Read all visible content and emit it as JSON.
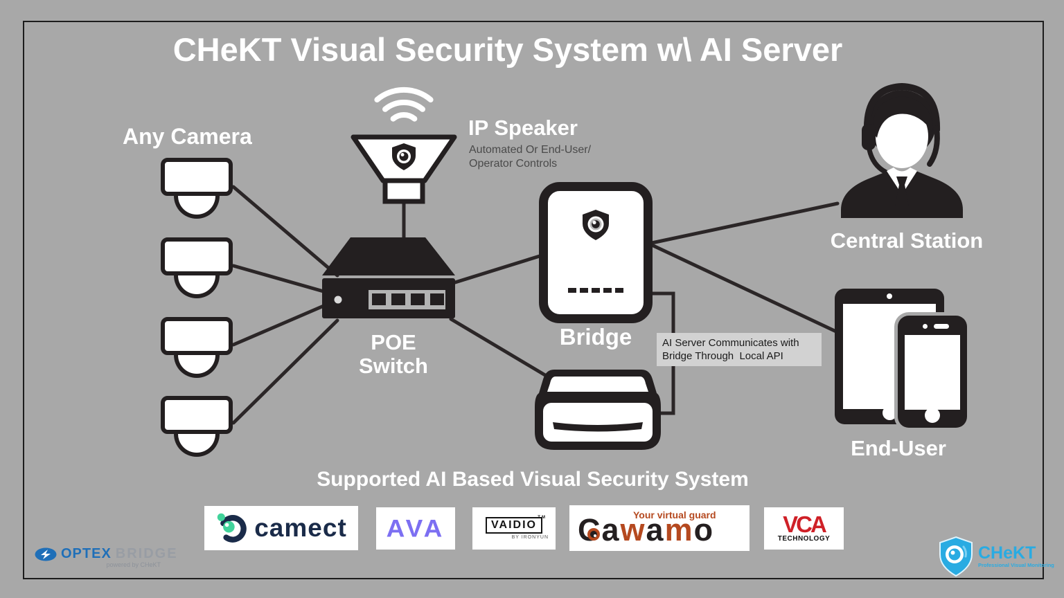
{
  "title": "CHeKT Visual Security System w\\ AI Server",
  "nodes": {
    "any_camera": {
      "label": "Any Camera"
    },
    "ip_speaker": {
      "label": "IP Speaker",
      "subline1": "Automated Or End-User/",
      "subline2": "Operator Controls"
    },
    "poe_switch": {
      "line1": "POE",
      "line2": "Switch"
    },
    "bridge": {
      "label": "Bridge"
    },
    "ai_server_note": {
      "line1": "AI Server Communicates with",
      "line2": "Bridge Through  Local API"
    },
    "central_station": {
      "label": "Central Station"
    },
    "end_user": {
      "label": "End-User"
    }
  },
  "supported": {
    "heading": "Supported AI Based Visual Security System",
    "camect": {
      "name": "camect"
    },
    "ava": {
      "name": "AVA"
    },
    "vaidio": {
      "name": "VAIDIO",
      "tm": "TM",
      "by": "BY IRONYUN"
    },
    "cawamo": {
      "tagline": "Your virtual guard",
      "letters": [
        {
          "ch": "C",
          "style": "color:#241f20"
        },
        {
          "ch": "a",
          "style": "color:#241f20"
        },
        {
          "ch": "w",
          "style": "color:#b5491f"
        },
        {
          "ch": "a",
          "style": "color:#241f20"
        },
        {
          "ch": "m",
          "style": "color:#b5491f"
        },
        {
          "ch": "o",
          "style": "color:#241f20"
        }
      ]
    },
    "vca": {
      "name": "VCA",
      "sub": "TECHNOLOGY"
    }
  },
  "footer": {
    "optex": {
      "brand1": "OPTEX",
      "brand2": "BRIDGE",
      "powered": "powered by CHeKT"
    },
    "chekt": {
      "name": "CHeKT",
      "sub": "Professional Visual Monitoring"
    }
  },
  "colors": {
    "background": "#a8a8a8",
    "ink": "#231f20",
    "white": "#ffffff",
    "note_bg": "#d2d2d2",
    "camect_navy": "#1a2b49",
    "camect_green": "#41d39b",
    "ava_purple": "#7c6ff2",
    "cawamo_rust": "#b5491f",
    "vca_red": "#cf2027",
    "optex_blue": "#1f6fb8",
    "chekt_blue": "#29abe2"
  }
}
